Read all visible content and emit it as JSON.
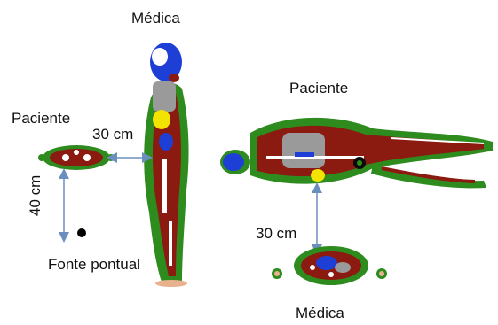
{
  "labels": {
    "medica_top": "Médica",
    "paciente_left": "Paciente",
    "dist_30_left": "30 cm",
    "dist_40": "40 cm",
    "fonte": "Fonte pontual",
    "paciente_right": "Paciente",
    "dist_30_right": "30 cm",
    "medica_bottom": "Médica"
  },
  "colors": {
    "tissue_red": "#8b1a10",
    "tissue_green": "#2e8b1e",
    "organ_grey": "#9a9a9a",
    "organ_yellow": "#f2e300",
    "organ_blue": "#1e3fd6",
    "bone_white": "#ffffff",
    "skin_peach": "#e9b28f",
    "arrow_blue": "#6a8fbf",
    "source_black": "#000000"
  }
}
